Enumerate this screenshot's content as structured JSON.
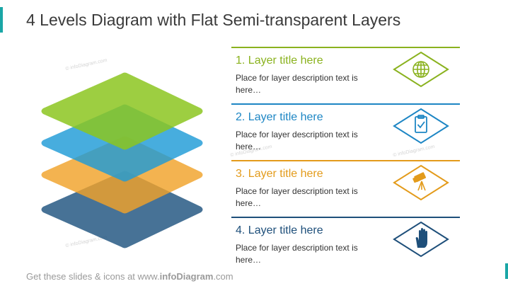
{
  "title": "4 Levels Diagram with Flat Semi-transparent Layers",
  "watermark": "© infoDiagram.com",
  "footer": {
    "prefix": "Get these slides & icons at www.",
    "brand": "infoDiagram",
    "suffix": ".com"
  },
  "colors": {
    "green": "#8cc520",
    "blue": "#1e9bd7",
    "orange": "#e8a52a",
    "navy": "#1e537f",
    "accent": "#1aa6a6"
  },
  "layers": [
    {
      "title": "1. Layer title here",
      "description": "Place for layer description text is here…",
      "icon": "globe-icon",
      "color": "#8ab21e",
      "fill": "#8cc520"
    },
    {
      "title": "2. Layer title here",
      "description": "Place for layer description text is here…",
      "icon": "clipboard-check-icon",
      "color": "#1d86c4",
      "fill": "#1e9bd7"
    },
    {
      "title": "3. Layer title here",
      "description": "Place for layer description text is here…",
      "icon": "telescope-icon",
      "color": "#e39b1b",
      "fill": "#f0a22a"
    },
    {
      "title": "4. Layer title here",
      "description": "Place for layer description text is here…",
      "icon": "hand-icon",
      "color": "#1e4f7a",
      "fill": "#1e537f"
    }
  ]
}
